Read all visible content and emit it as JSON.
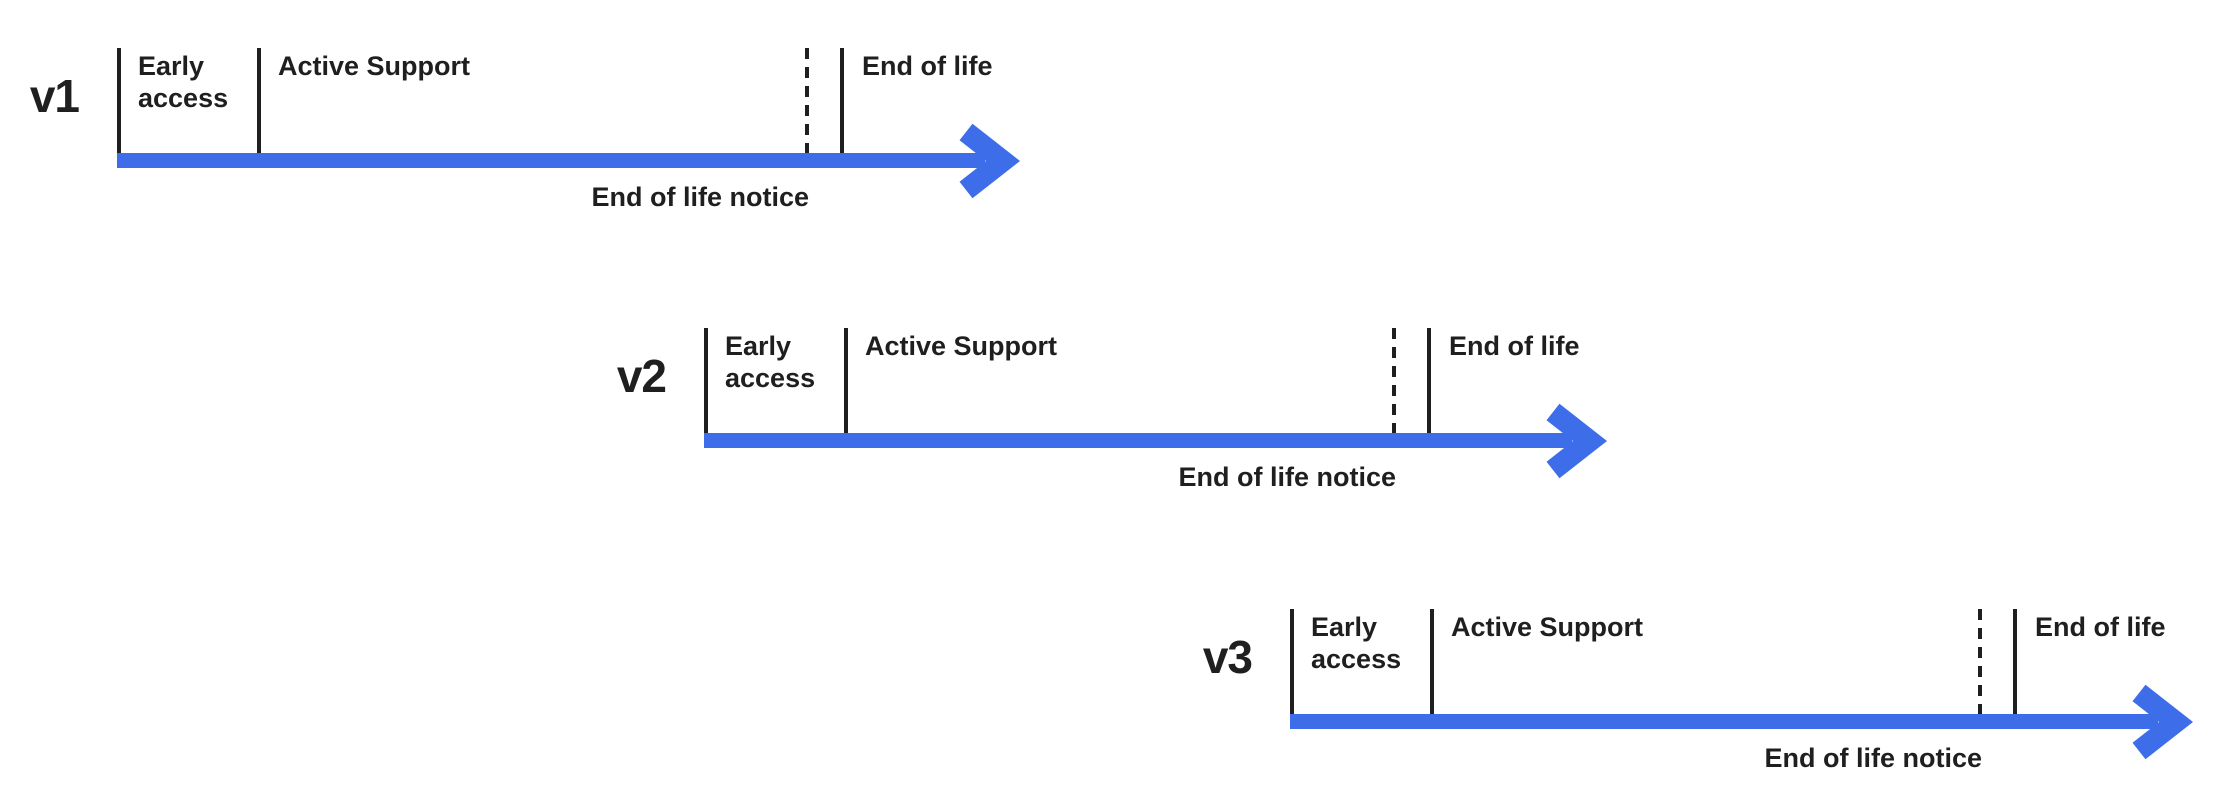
{
  "diagram": {
    "colors": {
      "ink": "#1f1f1f",
      "arrow_blue": "#3d6de8",
      "background": "#ffffff"
    },
    "timelines": [
      {
        "version": "v1",
        "early_access": "Early access",
        "active_support": "Active Support",
        "end_of_life": "End of life",
        "end_of_life_notice": "End of life notice"
      },
      {
        "version": "v2",
        "early_access": "Early access",
        "active_support": "Active Support",
        "end_of_life": "End of life",
        "end_of_life_notice": "End of life notice"
      },
      {
        "version": "v3",
        "early_access": "Early access",
        "active_support": "Active Support",
        "end_of_life": "End of life",
        "end_of_life_notice": "End of life notice"
      }
    ]
  }
}
